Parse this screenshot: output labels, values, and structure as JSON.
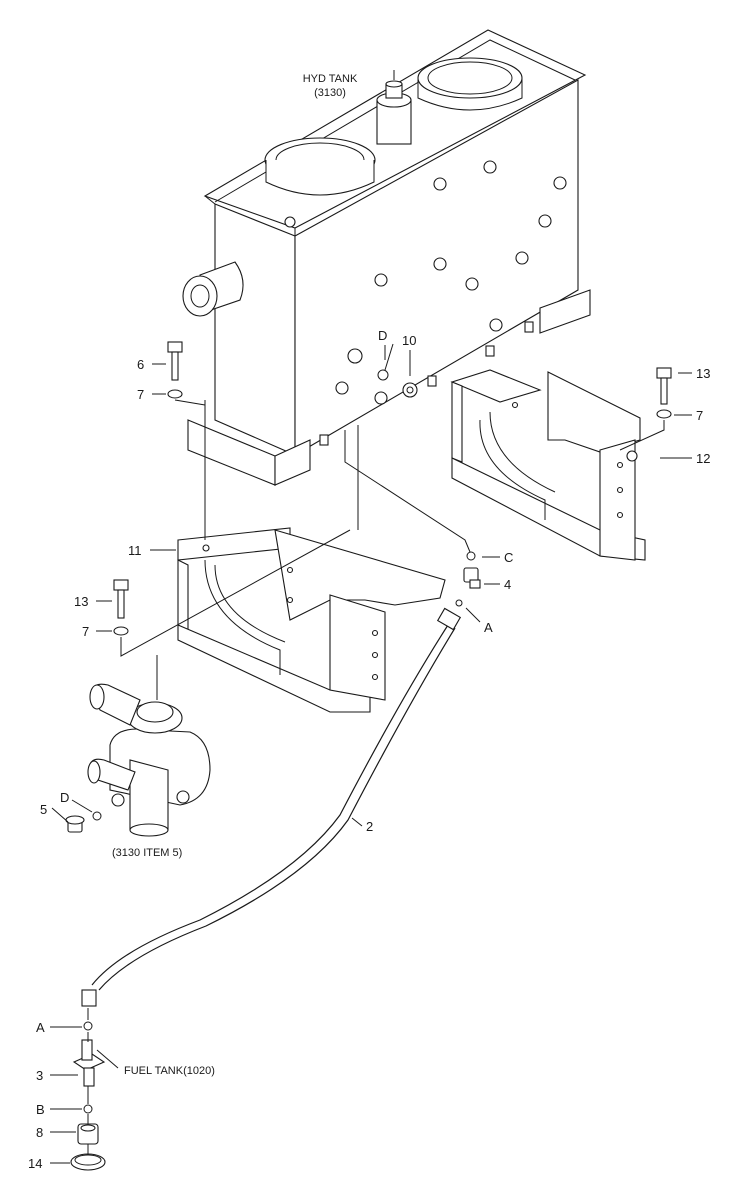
{
  "captions": {
    "hyd_tank_line1": "HYD TANK",
    "hyd_tank_line2": "(3130)",
    "pump_ref": "(3130 ITEM 5)",
    "fuel_tank": "FUEL TANK(1020)"
  },
  "callouts": {
    "c2": "2",
    "c3": "3",
    "c4": "4",
    "c5": "5",
    "c6": "6",
    "c7a": "7",
    "c7b": "7",
    "c7c": "7",
    "c8": "8",
    "c10": "10",
    "c11": "11",
    "c12": "12",
    "c13a": "13",
    "c13b": "13",
    "c14": "14",
    "cA1": "A",
    "cA2": "A",
    "cB": "B",
    "cC": "C",
    "cD1": "D",
    "cD2": "D"
  },
  "colors": {
    "ink": "#1a1a1a",
    "paper": "#ffffff"
  }
}
